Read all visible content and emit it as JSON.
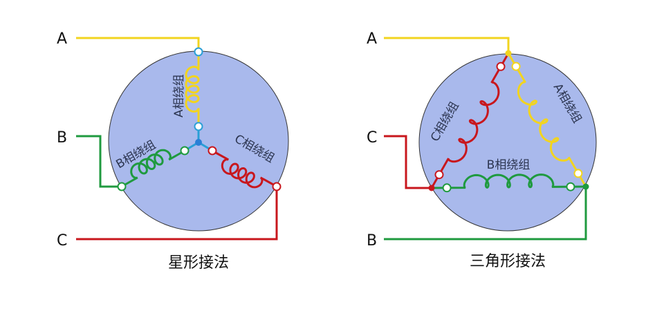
{
  "colors": {
    "phase_a": "#f2d41f",
    "phase_b": "#1f9a3f",
    "phase_c": "#c8171d",
    "circle_fill": "#a9b9ec",
    "neutral": "#2a9fd6"
  },
  "star": {
    "title": "星形接法",
    "terminals": {
      "a": "A",
      "b": "B",
      "c": "C"
    },
    "windings": {
      "a": "A相绕组",
      "b": "B相绕组",
      "c": "C相绕组"
    }
  },
  "delta": {
    "title": "三角形接法",
    "terminals": {
      "a": "A",
      "b": "B",
      "c": "C"
    },
    "windings": {
      "a": "A相绕组",
      "b": "B相绕组",
      "c": "C相绕组"
    }
  }
}
